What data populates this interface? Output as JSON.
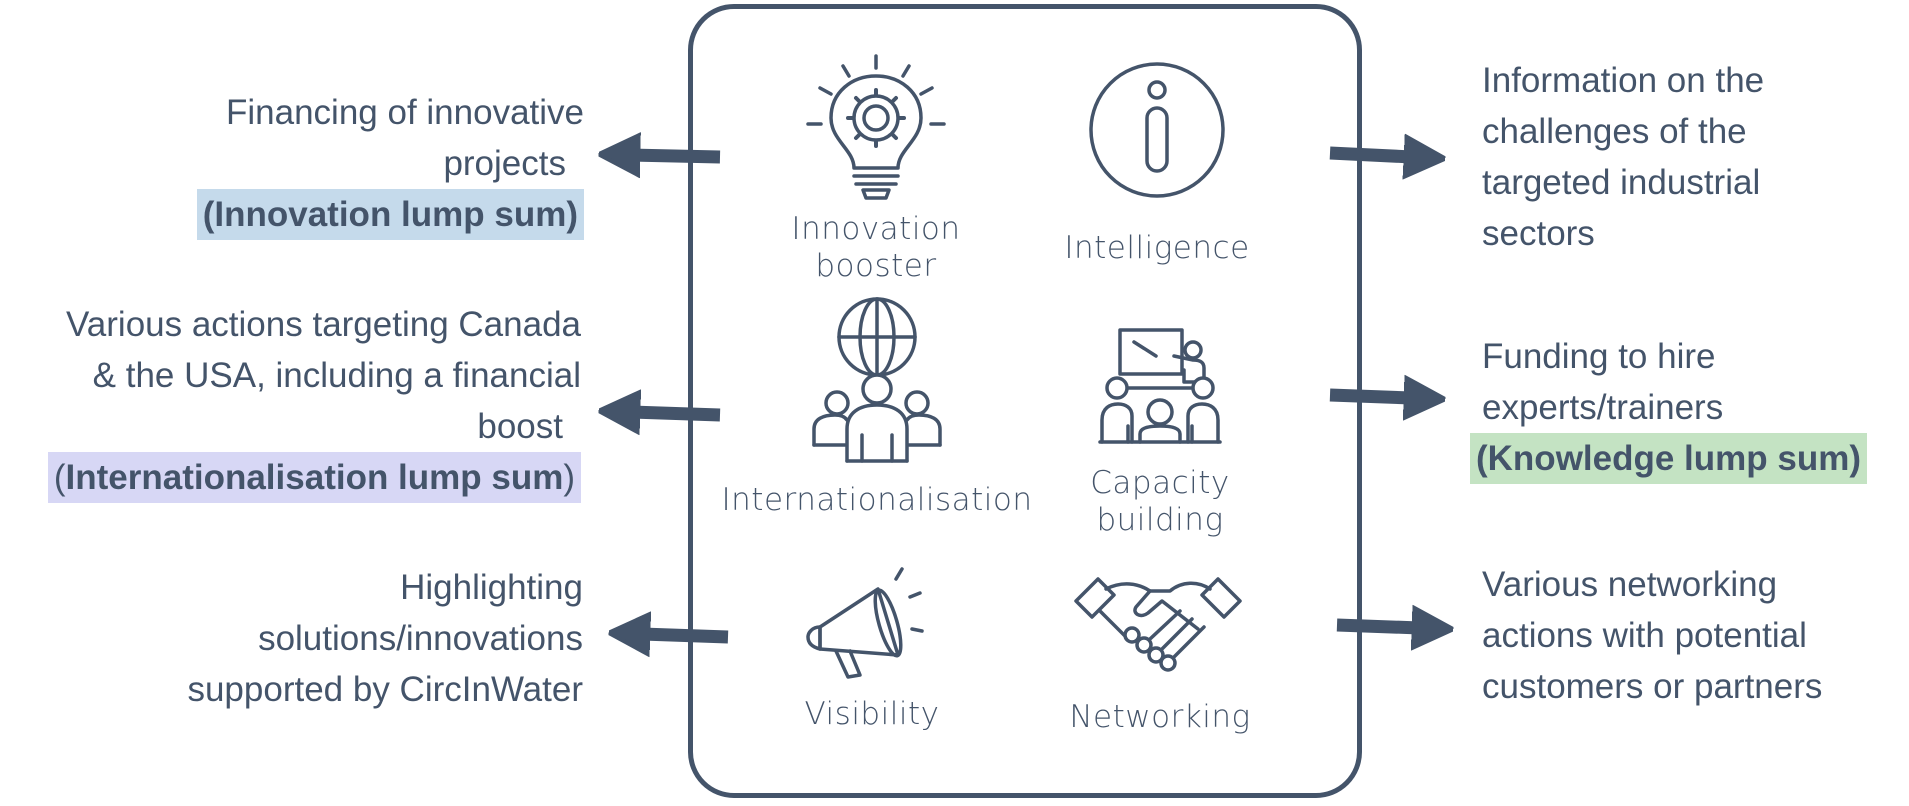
{
  "center": {
    "boxes": [
      {
        "key": "innovation",
        "caption_lines": [
          "Innovation",
          "booster"
        ],
        "icon": "lightbulb-gear-icon"
      },
      {
        "key": "intelligence",
        "caption_lines": [
          "Intelligence"
        ],
        "icon": "info-icon"
      },
      {
        "key": "internationalisation",
        "caption_lines": [
          "Internationalisation"
        ],
        "icon": "globe-people-icon"
      },
      {
        "key": "capacity",
        "caption_lines": [
          "Capacity",
          "building"
        ],
        "icon": "training-icon"
      },
      {
        "key": "visibility",
        "caption_lines": [
          "Visibility"
        ],
        "icon": "megaphone-icon"
      },
      {
        "key": "networking",
        "caption_lines": [
          "Networking"
        ],
        "icon": "handshake-icon"
      }
    ]
  },
  "left": {
    "innovation": {
      "lines": [
        "Financing of innovative",
        "projects"
      ],
      "highlight": "(Innovation lump sum)"
    },
    "internationalisation": {
      "lines": [
        "Various actions targeting Canada",
        "& the USA, including a financial",
        "boost"
      ],
      "highlight_open": "(",
      "highlight": "Internationalisation lump sum",
      "highlight_close": ")"
    },
    "visibility": {
      "lines": [
        "Highlighting",
        "solutions/innovations",
        "supported by CircInWater"
      ]
    }
  },
  "right": {
    "intelligence": {
      "lines": [
        "Information on the",
        "challenges of the",
        "targeted industrial",
        "sectors"
      ]
    },
    "capacity": {
      "lines": [
        "Funding to hire",
        "experts/trainers"
      ],
      "highlight": "(Knowledge lump sum)"
    },
    "networking": {
      "lines": [
        "Various networking",
        "actions with potential",
        "customers or partners"
      ]
    }
  },
  "colors": {
    "ink": "#44546a",
    "blue": "#c5daeb",
    "purple": "#d7d7f5",
    "green": "#c4e3c3"
  }
}
